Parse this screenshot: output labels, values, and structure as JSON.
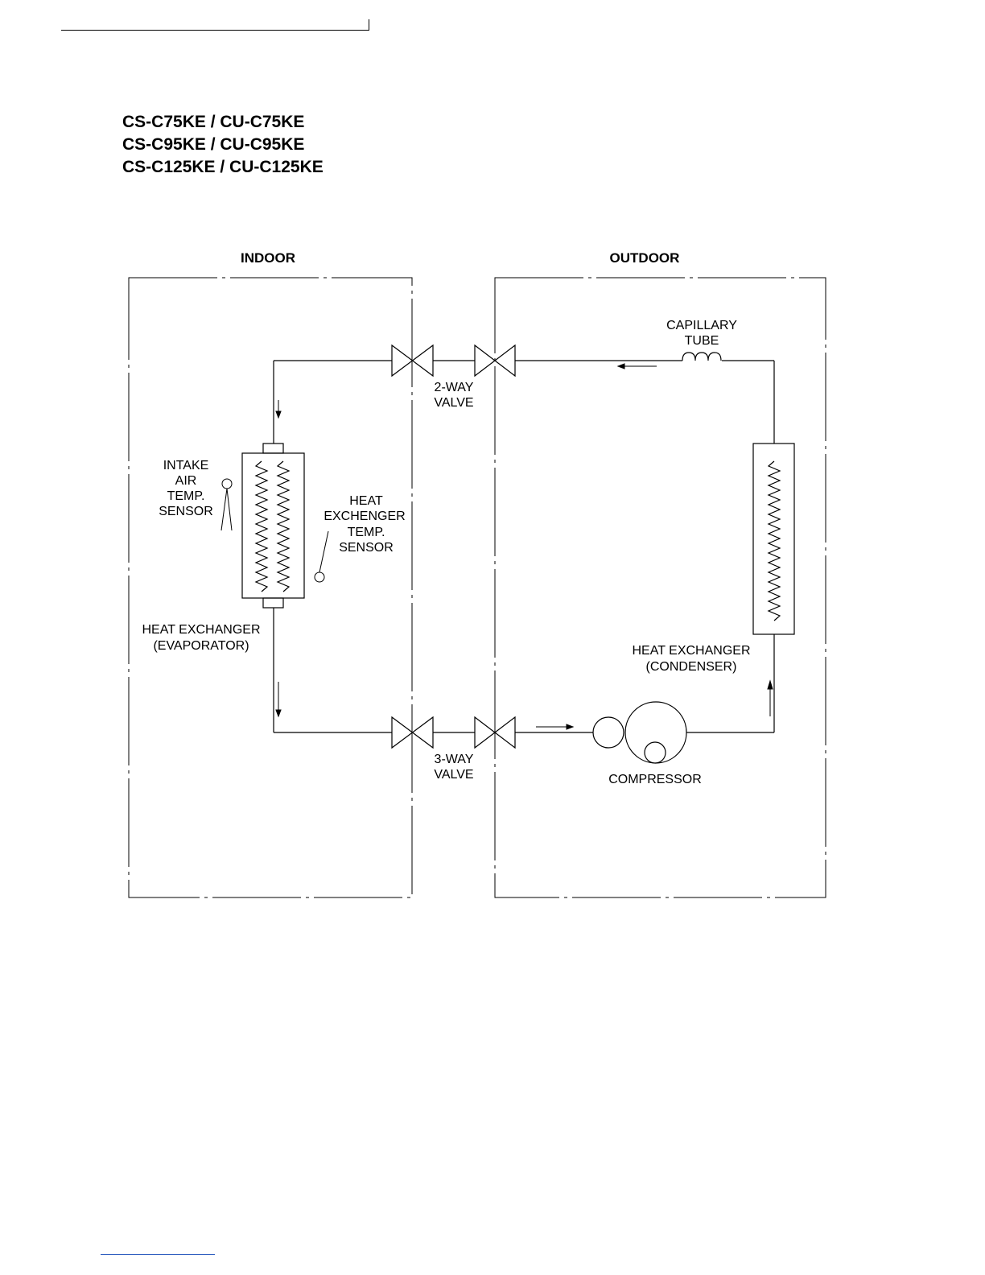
{
  "models": [
    "CS-C75KE / CU-C75KE",
    "CS-C95KE / CU-C95KE",
    "CS-C125KE / CU-C125KE"
  ],
  "diagram": {
    "indoor_label": "INDOOR",
    "outdoor_label": "OUTDOOR",
    "capillary_tube": [
      "CAPILLARY",
      "TUBE"
    ],
    "two_way_valve": [
      "2-WAY",
      "VALVE"
    ],
    "three_way_valve": [
      "3-WAY",
      "VALVE"
    ],
    "intake_air_sensor": [
      "INTAKE",
      "AIR",
      "TEMP.",
      "SENSOR"
    ],
    "hx_temp_sensor": [
      "HEAT",
      "EXCHENGER",
      "TEMP.",
      "SENSOR"
    ],
    "evaporator": [
      "HEAT EXCHANGER",
      "(EVAPORATOR)"
    ],
    "condenser": [
      "HEAT EXCHANGER",
      "(CONDENSER)"
    ],
    "compressor": "COMPRESSOR"
  }
}
